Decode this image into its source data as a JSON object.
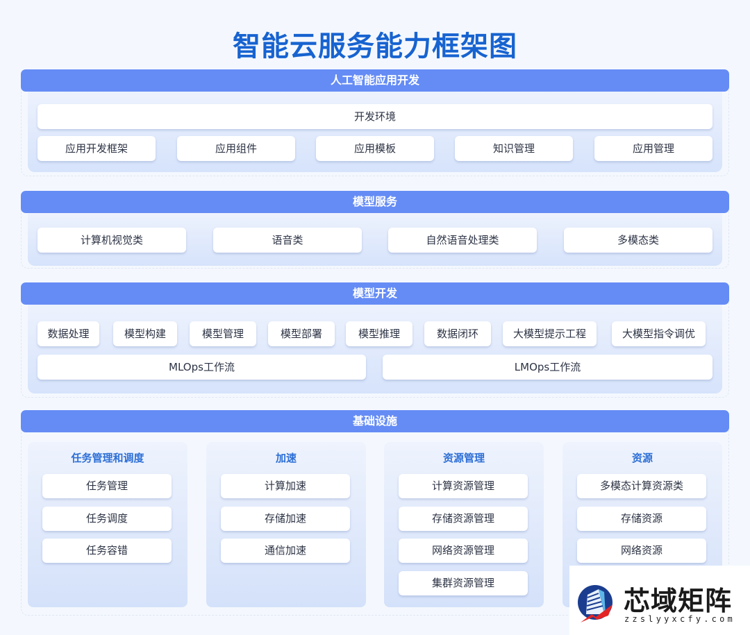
{
  "title": "智能云服务能力框架图",
  "colors": {
    "title": "#1763d0",
    "section_header_bg": "#658cf5",
    "column_title": "#2d6fd6",
    "background": "#f4f8fe"
  },
  "sections": {
    "ai_app_dev": {
      "header": "人工智能应用开发",
      "dev_env": "开发环境",
      "items": [
        "应用开发框架",
        "应用组件",
        "应用模板",
        "知识管理",
        "应用管理"
      ]
    },
    "model_service": {
      "header": "模型服务",
      "items": [
        "计算机视觉类",
        "语音类",
        "自然语音处理类",
        "多模态类"
      ]
    },
    "model_dev": {
      "header": "模型开发",
      "items": [
        "数据处理",
        "模型构建",
        "模型管理",
        "模型部署",
        "模型推理",
        "数据闭环",
        "大模型提示工程",
        "大模型指令调优"
      ],
      "workflows": [
        "MLOps工作流",
        "LMOps工作流"
      ]
    },
    "infrastructure": {
      "header": "基础设施",
      "columns": [
        {
          "title": "任务管理和调度",
          "items": [
            "任务管理",
            "任务调度",
            "任务容错"
          ]
        },
        {
          "title": "加速",
          "items": [
            "计算加速",
            "存储加速",
            "通信加速"
          ]
        },
        {
          "title": "资源管理",
          "items": [
            "计算资源管理",
            "存储资源管理",
            "网络资源管理",
            "集群资源管理"
          ]
        },
        {
          "title": "资源",
          "items": [
            "多模态计算资源类",
            "存储资源",
            "网络资源"
          ]
        }
      ]
    }
  },
  "watermark": {
    "name": "芯域矩阵",
    "domain": "zzslyyxcfy.com",
    "icon": "building-globe-logo-icon"
  }
}
